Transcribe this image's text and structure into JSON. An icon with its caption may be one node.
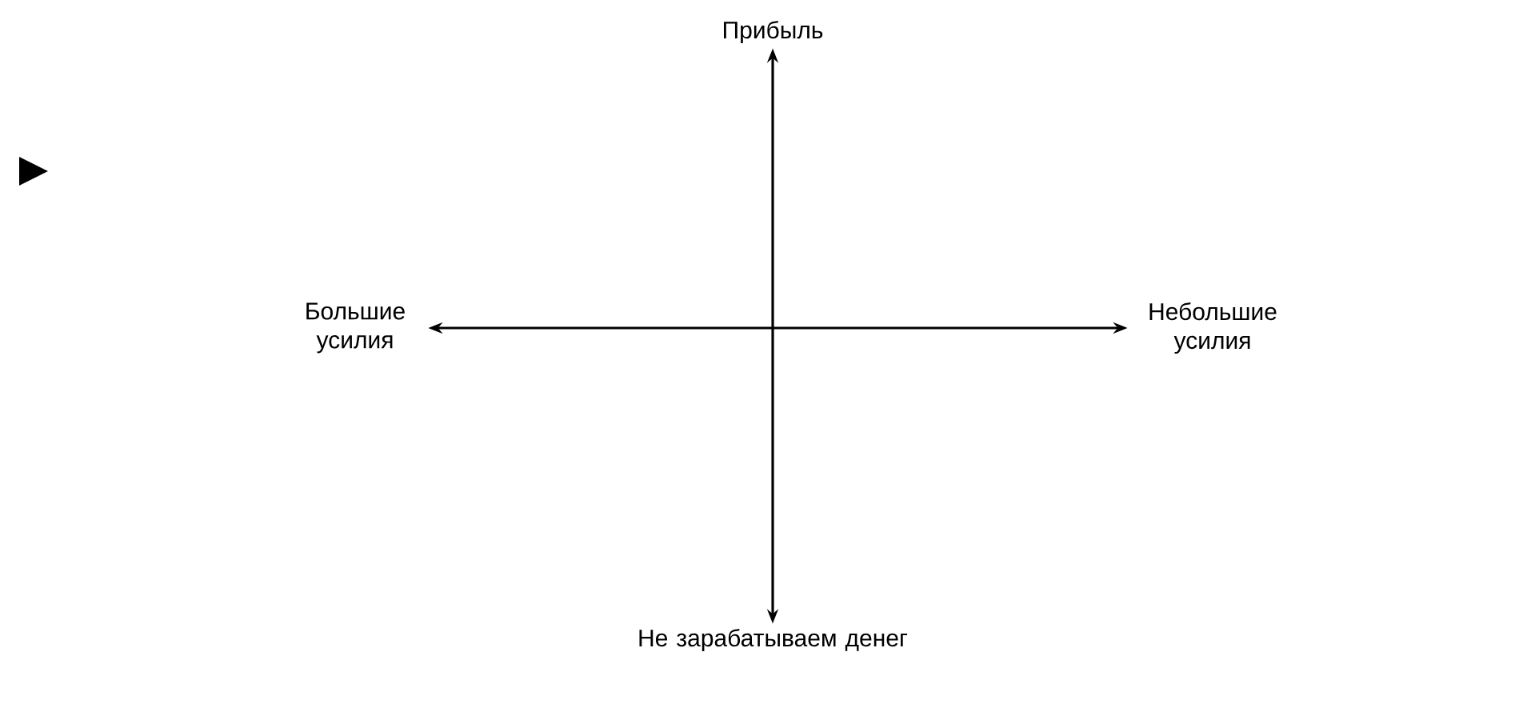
{
  "diagram": {
    "nodes": [
      {
        "text": [
          "Прибыль"
        ]
      },
      {
        "text": [
          "Большие усилия"
        ]
      },
      {
        "text": [
          "Небольшие усилия"
        ]
      },
      {
        "text": [
          "Не зарабатываем денег"
        ]
      }
    ],
    "edges": [
      {
        "from": 3,
        "to": 0,
        "arrow": "both"
      },
      {
        "from": 1,
        "to": 2,
        "arrow": "both"
      }
    ]
  }
}
